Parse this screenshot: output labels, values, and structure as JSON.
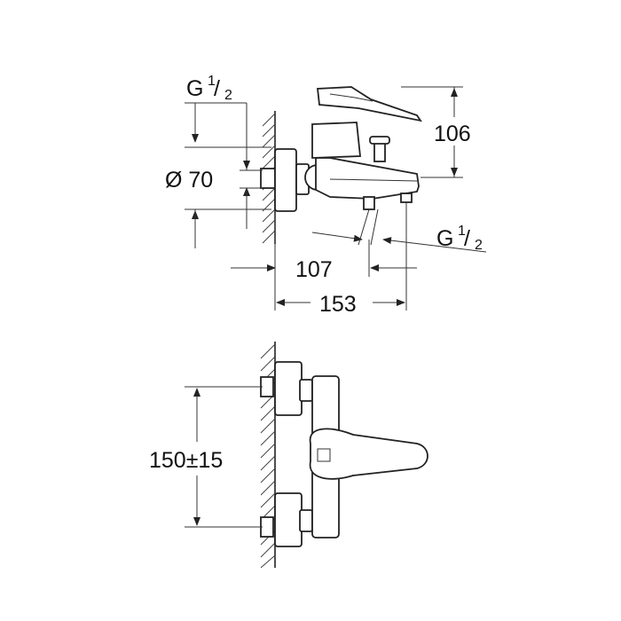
{
  "side_view": {
    "thread_top": {
      "base": "G",
      "num": "1",
      "den": "2"
    },
    "diameter": "Ø 70",
    "height": "106",
    "thread_bottom": {
      "base": "G",
      "num": "1",
      "den": "2"
    },
    "reach_outlet": "107",
    "reach_total": "153"
  },
  "front_view": {
    "centres": "150±15"
  }
}
